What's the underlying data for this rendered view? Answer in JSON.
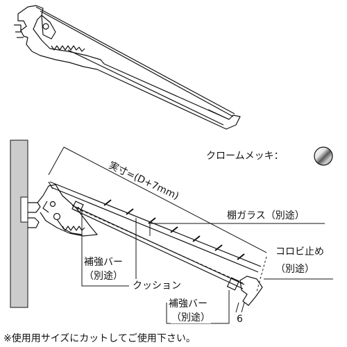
{
  "labels": {
    "actual_size": "実寸=(D+7mm)",
    "chrome_finish": "クロームメッキ：",
    "shelf_glass": "棚ガラス（別途）",
    "stopper": "コロビ止め",
    "stopper_note": "（別途）",
    "reinforce_bar_left": "補強バー",
    "reinforce_bar_left_note": "（別途）",
    "cushion": "クッション",
    "reinforce_bar_right": "補強バー",
    "reinforce_bar_right_note": "（別途）",
    "dimension_6": "6",
    "footnote": "※使用用サイズにカットしてご使用下さい。"
  },
  "colors": {
    "line": "#111111",
    "wall_fill": "#cccccc",
    "chrome_light": "#ffffff",
    "chrome_dark": "#555555"
  },
  "icons": {
    "chrome_swatch": "chrome-swatch-icon"
  }
}
